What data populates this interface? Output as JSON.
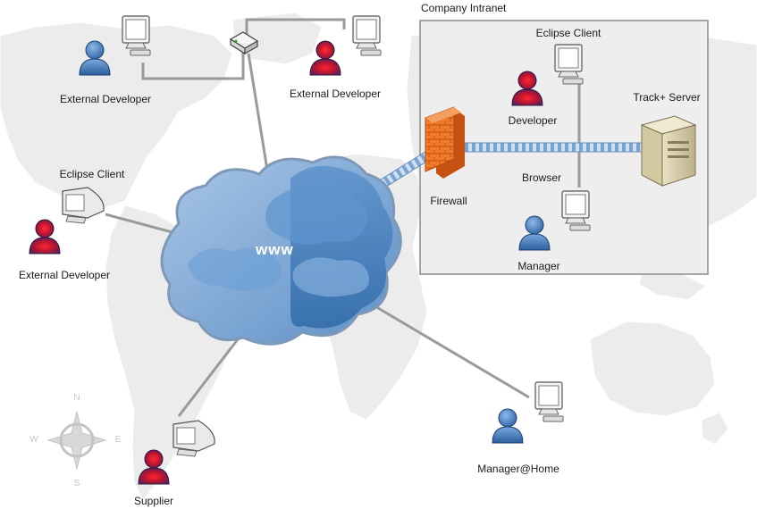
{
  "diagram": {
    "intranet_title": "Company Intranet",
    "cloud_label": "www",
    "nodes": {
      "ext_dev_top_left": "External Developer",
      "ext_dev_top_center": "External Developer",
      "ext_dev_left": "External Developer",
      "ext_dev_left_client": "Eclipse Client",
      "supplier": "Supplier",
      "manager_home": "Manager@Home",
      "firewall": "Firewall",
      "intranet_client": "Eclipse Client",
      "developer": "Developer",
      "server": "Track+ Server",
      "browser": "Browser",
      "manager": "Manager"
    },
    "compass": {
      "n": "N",
      "s": "S",
      "e": "E",
      "w": "W"
    }
  },
  "colors": {
    "map": "#ececec",
    "blue_person": "#3f78b8",
    "red_person": "#d2202a",
    "cloud_blue": "#4f86c0",
    "firewall": "#ef7a2a",
    "line": "#9a9a9a"
  }
}
